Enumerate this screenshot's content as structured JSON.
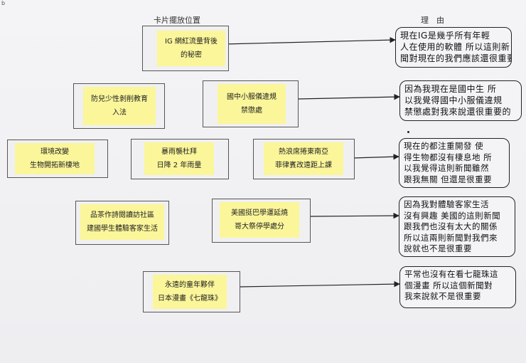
{
  "corner_mark": "b",
  "headers": {
    "cards": "卡片擺放位置",
    "reasons": "理　由"
  },
  "cards": [
    {
      "id": "c1",
      "line1": "IG 網紅流量背後",
      "line2": "的秘密"
    },
    {
      "id": "c2",
      "line1": "防兒少性剝削教育",
      "line2": "入法"
    },
    {
      "id": "c3",
      "line1": "國中小服儀違規",
      "line2": "禁懲處"
    },
    {
      "id": "c4",
      "line1": "環境改變",
      "line2": "生物開拓新棲地"
    },
    {
      "id": "c5",
      "line1": "暴雨襲杜拜",
      "line2": "日降 2 年雨量"
    },
    {
      "id": "c6",
      "line1": "熱浪席捲東南亞",
      "line2": "菲律賓改遠距上課"
    },
    {
      "id": "c7",
      "line1": "品茶作詩閱讀訪社區",
      "line2": "建國學生體驗客家生活"
    },
    {
      "id": "c8",
      "line1": "美國挺巴學運延燒",
      "line2": "哥大祭停學處分"
    },
    {
      "id": "c9",
      "line1": "永遠的童年夥伴",
      "line2": "日本漫畫《七龍珠》"
    }
  ],
  "reasons": [
    {
      "id": "r1",
      "lines": [
        "現在IG是幾乎所有年輕",
        "人在使用的軟體 所以這則新",
        "聞對現在的我們應該還很重要的"
      ]
    },
    {
      "id": "r2",
      "lines": [
        "因為我現在是國中生 所",
        "以我覺得國中小服儀違規",
        "禁懲處對我來說還很重要的"
      ]
    },
    {
      "id": "r3",
      "lines": [
        "現在的都注重開發 使",
        "得生物都沒有棲息地 所",
        "以我覺得這則新聞雖然",
        "跟我無關 但還是很重要"
      ]
    },
    {
      "id": "r4",
      "lines": [
        "因為我對體驗客家生活",
        "沒有興趣 美國的這則新聞",
        "跟我們也沒有太大的關係",
        "所以這兩則新聞對我們來",
        "說就也不是很重要"
      ]
    },
    {
      "id": "r5",
      "lines": [
        "平常也沒有在看七龍珠這",
        "個漫畫 所以這個新聞對",
        "我來說就不是很重要"
      ]
    }
  ]
}
